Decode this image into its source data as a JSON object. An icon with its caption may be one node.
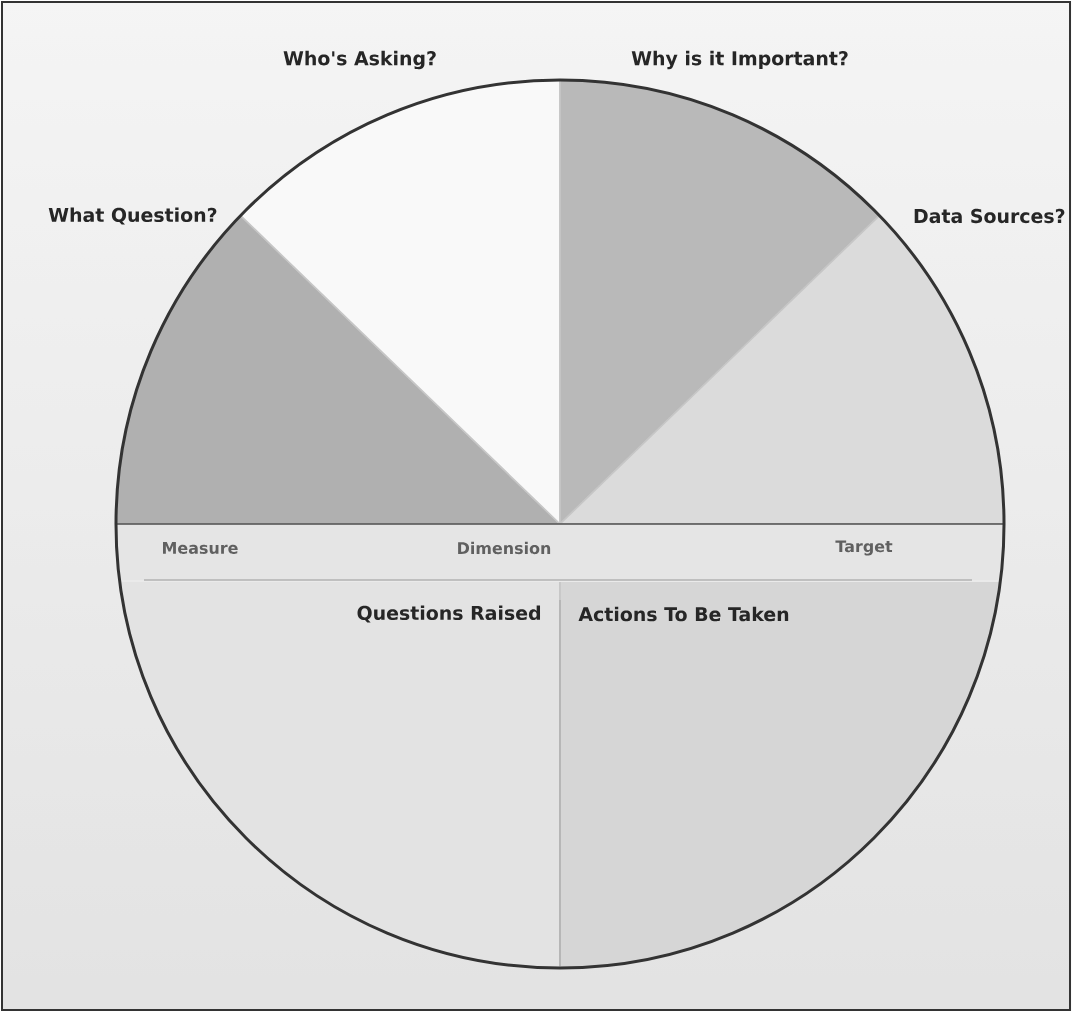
{
  "diagram": {
    "nodes": [
      {
        "text": [
          "What Question?"
        ]
      },
      {
        "text": [
          "Who's Asking?"
        ]
      },
      {
        "text": [
          "Why is it Important?"
        ]
      },
      {
        "text": [
          "Data Sources?"
        ]
      },
      {
        "text": [
          "Questions Raised"
        ]
      },
      {
        "text": [
          "Actions To Be Taken"
        ]
      }
    ],
    "labels": [
      "Measure",
      "Dimension",
      "Target"
    ]
  }
}
